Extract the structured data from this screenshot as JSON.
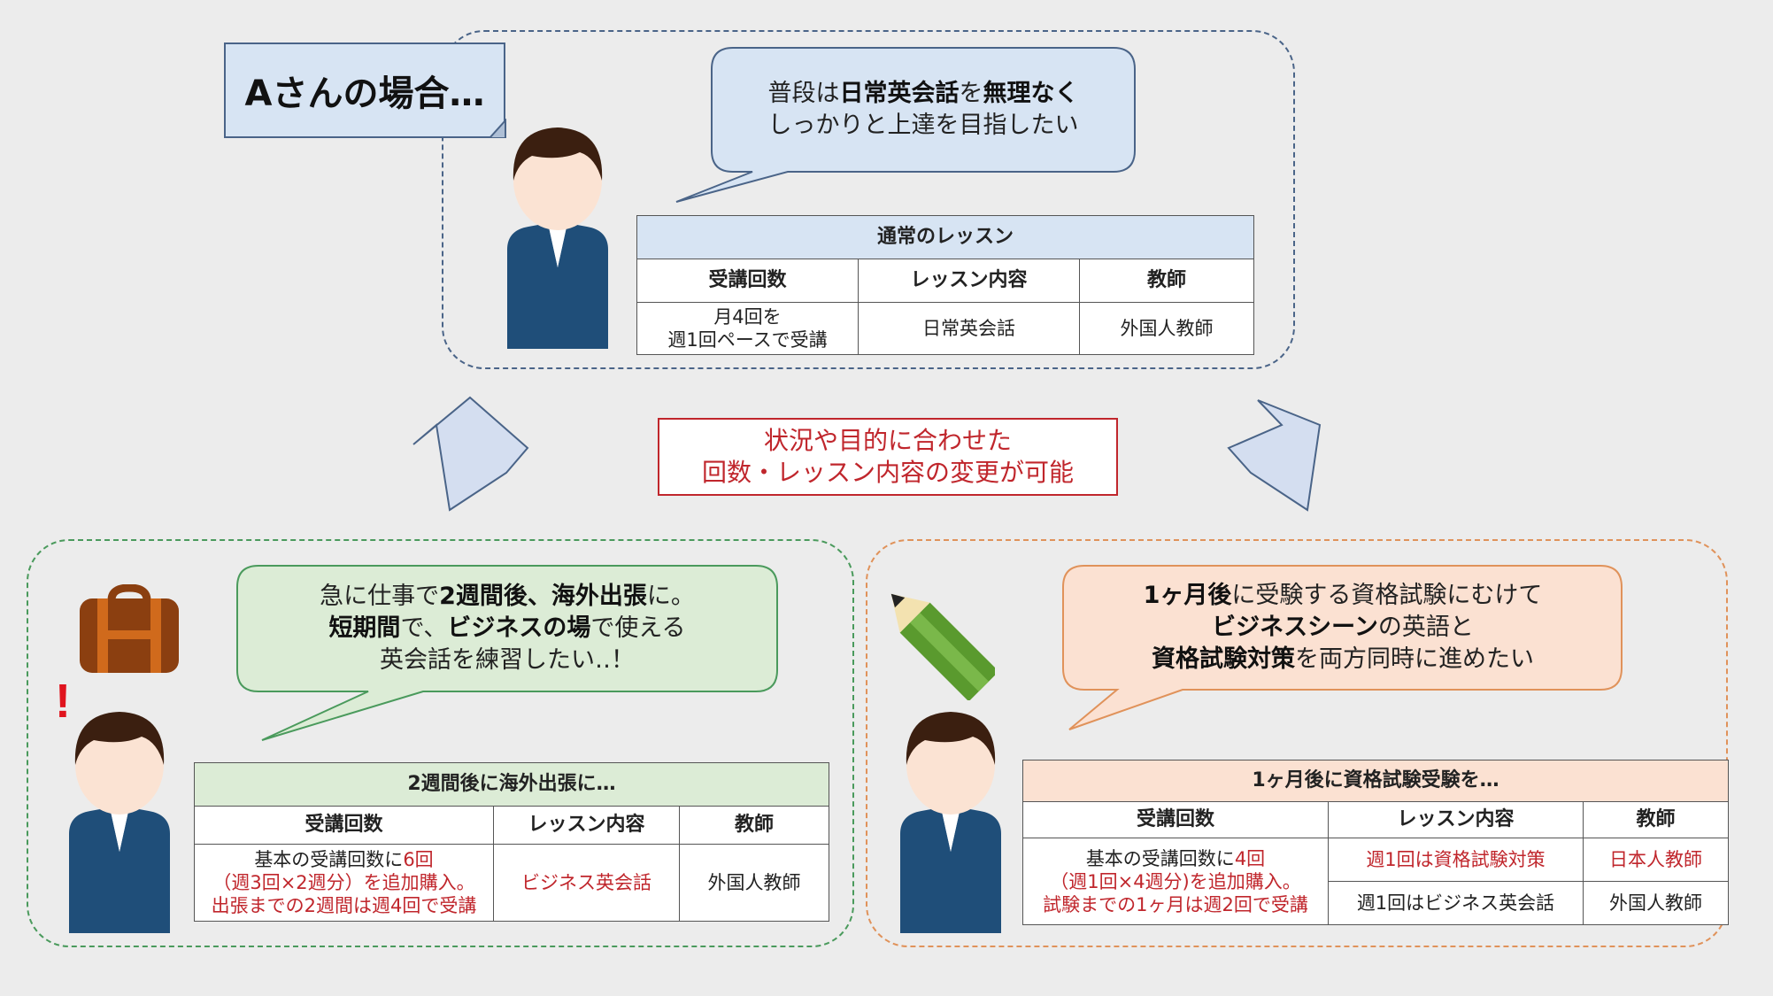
{
  "case_title": "Aさんの場合…",
  "top": {
    "bubble_line1": [
      {
        "text": "普段は",
        "bold": false
      },
      {
        "text": "日常英会話",
        "bold": true
      },
      {
        "text": "を",
        "bold": false
      },
      {
        "text": "無理なく",
        "bold": true
      }
    ],
    "bubble_line2": [
      {
        "text": "しっかりと上達を目指したい",
        "bold": false
      }
    ],
    "table": {
      "caption": "通常のレッスン",
      "headers": [
        "受講回数",
        "レッスン内容",
        "教師"
      ],
      "count_lines": [
        "月4回を",
        "週1回ペースで受講"
      ],
      "content": "日常英会話",
      "teacher": "外国人教師"
    }
  },
  "callout": {
    "line1": "状況や目的に合わせた",
    "line2": "回数・レッスン内容の変更が可能"
  },
  "left": {
    "bubble_line1": [
      {
        "text": "急に仕事で",
        "bold": false
      },
      {
        "text": "2週間後、海外出張",
        "bold": true
      },
      {
        "text": "に。",
        "bold": false
      }
    ],
    "bubble_line2": [
      {
        "text": "短期間",
        "bold": true
      },
      {
        "text": "で、",
        "bold": false
      },
      {
        "text": "ビジネスの場",
        "bold": true
      },
      {
        "text": "で使える",
        "bold": false
      }
    ],
    "bubble_line3": [
      {
        "text": "英会話を練習したい‥！",
        "bold": false
      }
    ],
    "table": {
      "caption": "2週間後に海外出張に…",
      "headers": [
        "受講回数",
        "レッスン内容",
        "教師"
      ],
      "count_line1_prefix": "基本の受講回数に",
      "count_line1_red": "6回",
      "count_line2": "（週3回×2週分）を追加購入。",
      "count_line3": "出張までの2週間は週4回で受講",
      "content": "ビジネス英会話",
      "teacher": "外国人教師"
    }
  },
  "right": {
    "bubble_line1": [
      {
        "text": "1ヶ月後",
        "bold": true
      },
      {
        "text": "に受験する資格試験にむけて",
        "bold": false
      }
    ],
    "bubble_line2": [
      {
        "text": "ビジネスシーン",
        "bold": true
      },
      {
        "text": "の英語と",
        "bold": false
      }
    ],
    "bubble_line3": [
      {
        "text": "資格試験対策",
        "bold": true
      },
      {
        "text": "を両方同時に進めたい",
        "bold": false
      }
    ],
    "table": {
      "caption": "1ヶ月後に資格試験受験を…",
      "headers": [
        "受講回数",
        "レッスン内容",
        "教師"
      ],
      "count_line1_prefix": "基本の受講回数に",
      "count_line1_red": "4回",
      "count_line2": "（週1回×4週分)を追加購入。",
      "count_line3": "試験までの1ヶ月は週2回で受講",
      "content_row1": "週1回は資格試験対策",
      "teacher_row1": "日本人教師",
      "content_row2": "週1回はビジネス英会話",
      "teacher_row2": "外国人教師"
    }
  },
  "exclamation": "!",
  "colors": {
    "blue_fill": "#d7e4f3",
    "blue_border": "#4a6488",
    "green_fill": "#dcecd6",
    "green_border": "#4a9a5c",
    "orange_fill": "#fbe1d2",
    "orange_border": "#e0925a",
    "red_text": "#c0262c",
    "arrow_fill": "#d4def0",
    "person_hair": "#3b1f10",
    "person_skin": "#fbe3d3",
    "person_suit": "#1f4e79",
    "bag": "#8b3f10",
    "pencil": "#5a9a2e"
  }
}
